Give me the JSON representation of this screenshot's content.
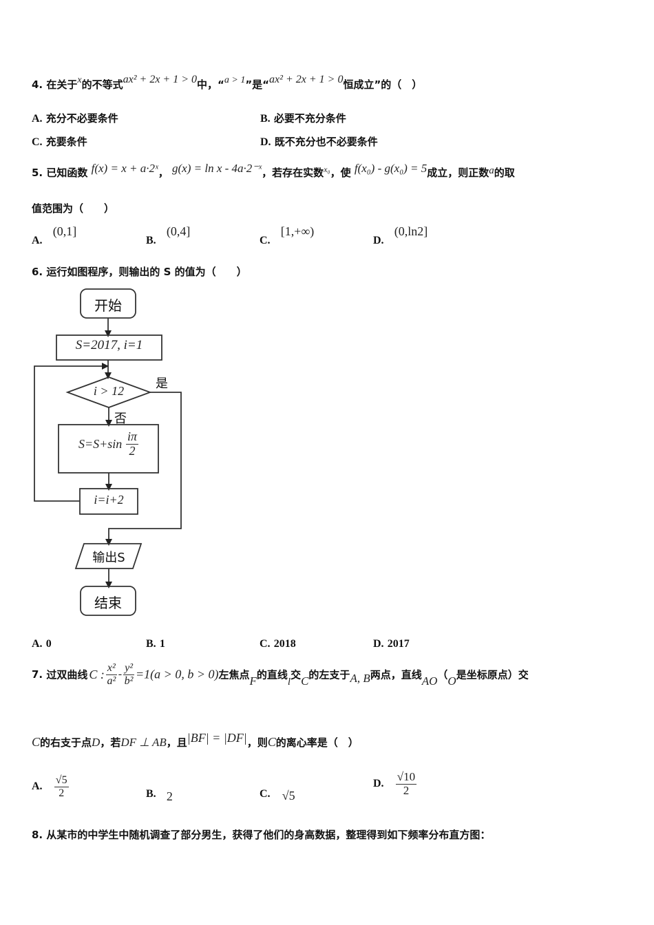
{
  "q4": {
    "number": "4.",
    "text_1": "在关于",
    "var_x": "x",
    "text_2": "的不等式",
    "ineq": "ax² + 2x + 1 > 0",
    "text_3": "中，“",
    "cond": "a > 1",
    "text_4": "”是“",
    "ineq2": "ax² + 2x + 1 > 0",
    "text_5": "恒成立”的（　）",
    "options": [
      {
        "label": "A.",
        "text": "充分不必要条件"
      },
      {
        "label": "B.",
        "text": "必要不充分条件"
      },
      {
        "label": "C.",
        "text": "充要条件"
      },
      {
        "label": "D.",
        "text": "既不充分也不必要条件"
      }
    ]
  },
  "q5": {
    "number": "5.",
    "text_1": "已知函数",
    "f_def": "f(x) = x + a·2ˣ",
    "sep": "，",
    "g_def": "g(x) = ln x - 4a·2⁻ˣ",
    "text_2": "，若存在实数",
    "x0": "x₀",
    "text_3": "，使",
    "cond": "f(x₀) - g(x₀) = 5",
    "text_4": "成立，则正数",
    "var_a": "a",
    "text_5": "的取",
    "line2": "值范围为（　　）",
    "options": [
      {
        "label": "A.",
        "text": "(0,1]"
      },
      {
        "label": "B.",
        "text": "(0,4]"
      },
      {
        "label": "C.",
        "text": "[1,+∞)"
      },
      {
        "label": "D.",
        "text": "(0,ln2]"
      }
    ]
  },
  "q6": {
    "number": "6.",
    "text": "运行如图程序，则输出的 S 的值为（　　）",
    "flowchart": {
      "start": "开始",
      "init": "S=2017, i=1",
      "condition": "i > 12",
      "yes": "是",
      "no": "否",
      "process_lhs": "S=S+sin",
      "process_num": "iπ",
      "process_den": "2",
      "increment": "i=i+2",
      "output": "输出S",
      "end": "结束"
    },
    "options": [
      {
        "label": "A.",
        "text": "0"
      },
      {
        "label": "B.",
        "text": "1"
      },
      {
        "label": "C.",
        "text": "2018"
      },
      {
        "label": "D.",
        "text": "2017"
      }
    ]
  },
  "q7": {
    "number": "7.",
    "text_1": "过双曲线",
    "c_label": "C :",
    "x2": "x²",
    "a2": "a²",
    "minus": "-",
    "y2": "y²",
    "b2": "b²",
    "eq": "=1(a > 0, b > 0)",
    "text_2": "左焦点",
    "F": "F",
    "text_3": "的直线",
    "l": "l",
    "text_4": "交",
    "C": "C",
    "text_5": "的左支于",
    "AB": "A, B",
    "text_6": "两点，直线",
    "AO": "AO",
    "text_7": "（",
    "O": "O",
    "text_8": "是坐标原点）交",
    "line2": {
      "C": "C",
      "t1": "的右支于点",
      "D": "D",
      "t2": "，若",
      "perp": "DF ⊥ AB",
      "t3": "，且",
      "eq": "|BF| = |DF|",
      "t4": "，则",
      "C2": "C",
      "t5": "的离心率是（　）"
    },
    "options": [
      {
        "label": "A.",
        "num": "√5",
        "den": "2"
      },
      {
        "label": "B.",
        "text": "2"
      },
      {
        "label": "C.",
        "text": "√5"
      },
      {
        "label": "D.",
        "num": "√10",
        "den": "2"
      }
    ]
  },
  "q8": {
    "number": "8.",
    "text": "从某市的中学生中随机调查了部分男生，获得了他们的身高数据，整理得到如下频率分布直方图："
  }
}
